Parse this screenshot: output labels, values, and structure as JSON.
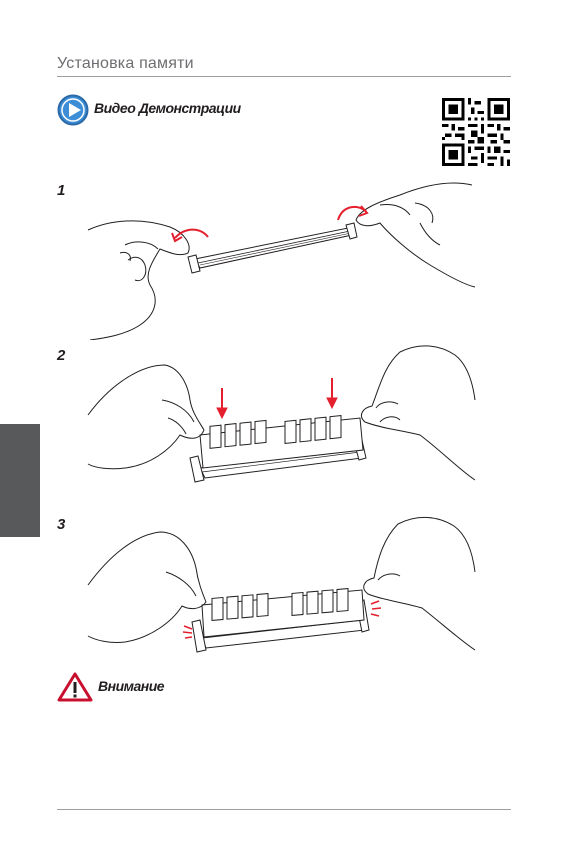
{
  "page": {
    "title": "Установка памяти",
    "video_label": "Видео Демонстрации",
    "steps": [
      "1",
      "2",
      "3"
    ],
    "warning_label": "Внимание"
  },
  "colors": {
    "accent_blue": "#3d8ed6",
    "arrow_red": "#e5202e",
    "side_tab": "#58595b",
    "rule": "#9d9fa2"
  },
  "icons": [
    "play-icon",
    "qr-code",
    "warning-icon"
  ]
}
